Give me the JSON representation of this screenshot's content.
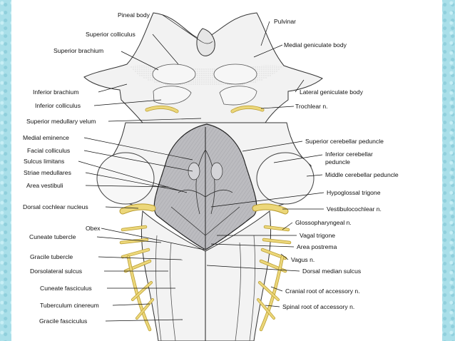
{
  "labels": {
    "pineal_body": "Pineal body",
    "superior_colliculus": "Superior colliculus",
    "superior_brachium": "Superior brachium",
    "pulvinar": "Pulvinar",
    "medial_geniculate_body": "Medial geniculate body",
    "inferior_brachium": "Inferior brachium",
    "inferior_colliculus": "Inferior colliculus",
    "lateral_geniculate_body": "Lateral geniculate body",
    "trochlear_n": "Trochlear n.",
    "superior_medullary_velum": "Superior medullary velum",
    "medial_eminence": "Medial eminence",
    "facial_colliculus": "Facial colliculus",
    "sulcus_limitans": "Sulcus limitans",
    "striae_medullares": "Striae medullares",
    "area_vestibuli": "Area vestibuli",
    "dorsal_cochlear_nucleus": "Dorsal cochlear nucleus",
    "superior_cerebellar_peduncle": "Superior cerebellar peduncle",
    "inferior_cerebellar": "Inferior cerebellar",
    "peduncle": "peduncle",
    "middle_cerebellar_peduncle": "Middle cerebellar peduncle",
    "hypoglossal_trigone": "Hypoglossal trigone",
    "vestibulocochlear_n": "Vestibulocochlear n.",
    "obex": "Obex",
    "cuneate_tubercle": "Cuneate tubercle",
    "gracile_tubercle": "Gracile tubercle",
    "dorsolateral_sulcus": "Dorsolateral sulcus",
    "cuneate_fasciculus": "Cuneate fasciculus",
    "tuberculum_cinereum": "Tuberculum cinereum",
    "gracile_fasciculus": "Gracile fasciculus",
    "glossopharyngeal_n": "Glossopharyngeal n.",
    "vagal_trigone": "Vagal trigone",
    "area_postrema": "Area postrema",
    "vagus_n": "Vagus n.",
    "dorsal_median_sulcus": "Dorsal median sulcus",
    "cranial_root_accessory_n": "Cranial root of accessory n.",
    "spinal_root_accessory_n": "Spinal root of accessory n."
  },
  "colors": {
    "nerve": "#ecd77a",
    "nerve_edge": "#b89b2e",
    "fossa": "#b9b9bd",
    "tissue": "#f4f4f4",
    "border": "#a9dfe9"
  }
}
